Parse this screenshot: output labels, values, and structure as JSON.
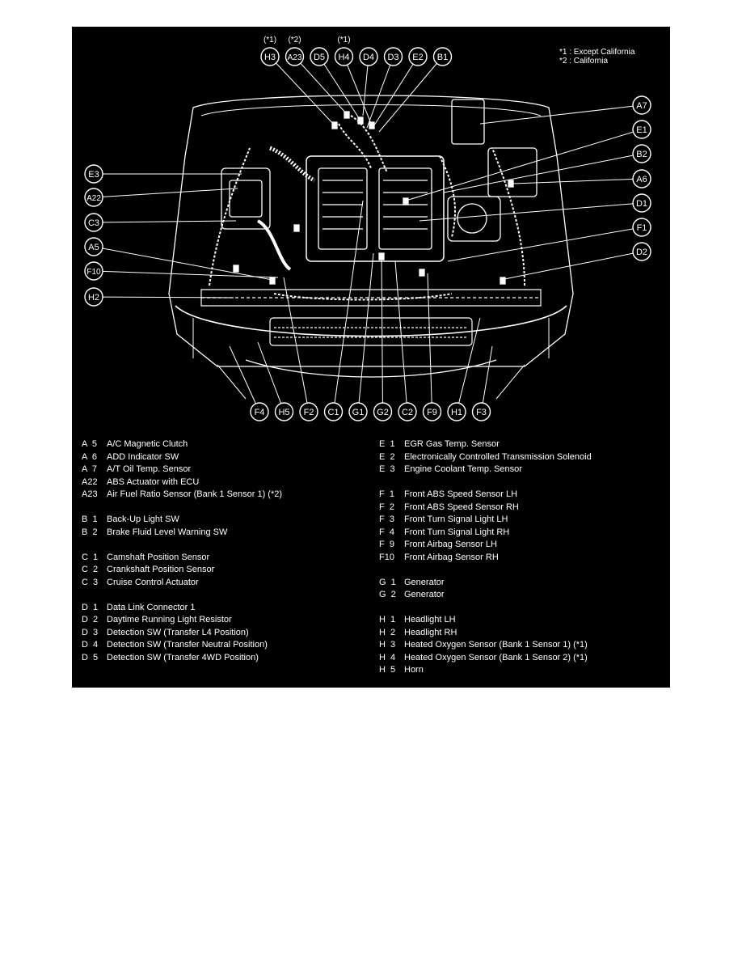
{
  "notes": [
    "*1 : Except California",
    "*2 : California"
  ],
  "top_qualifiers": {
    "H3": "(*1)",
    "A23": "(*2)",
    "H4": "(*1)"
  },
  "callouts": {
    "top": [
      "H3",
      "A23",
      "D5",
      "H4",
      "D4",
      "D3",
      "E2",
      "B1"
    ],
    "left": [
      "E3",
      "A22",
      "C3",
      "A5",
      "F10",
      "H2"
    ],
    "right": [
      "A7",
      "E1",
      "B2",
      "A6",
      "D1",
      "F1",
      "D2"
    ],
    "bottom": [
      "F4",
      "H5",
      "F2",
      "C1",
      "G1",
      "G2",
      "C2",
      "F9",
      "H1",
      "F3"
    ]
  },
  "legend_left": [
    [
      {
        "code": "A  5",
        "label": "A/C Magnetic Clutch"
      },
      {
        "code": "A  6",
        "label": "ADD Indicator SW"
      },
      {
        "code": "A  7",
        "label": "A/T Oil Temp. Sensor"
      },
      {
        "code": "A22",
        "label": "ABS Actuator with ECU"
      },
      {
        "code": "A23",
        "label": "Air Fuel Ratio Sensor (Bank 1 Sensor 1) (*2)"
      }
    ],
    [
      {
        "code": "B  1",
        "label": "Back-Up Light SW"
      },
      {
        "code": "B  2",
        "label": "Brake Fluid Level Warning SW"
      }
    ],
    [
      {
        "code": "C  1",
        "label": "Camshaft Position Sensor"
      },
      {
        "code": "C  2",
        "label": "Crankshaft Position Sensor"
      },
      {
        "code": "C  3",
        "label": "Cruise Control Actuator"
      }
    ],
    [
      {
        "code": "D  1",
        "label": "Data Link Connector 1"
      },
      {
        "code": "D  2",
        "label": "Daytime Running Light Resistor"
      },
      {
        "code": "D  3",
        "label": "Detection SW (Transfer L4 Position)"
      },
      {
        "code": "D  4",
        "label": "Detection SW (Transfer Neutral Position)"
      },
      {
        "code": "D  5",
        "label": "Detection SW (Transfer 4WD Position)"
      }
    ]
  ],
  "legend_right": [
    [
      {
        "code": "E  1",
        "label": "EGR Gas Temp. Sensor"
      },
      {
        "code": "E  2",
        "label": "Electronically Controlled Transmission Solenoid"
      },
      {
        "code": "E  3",
        "label": "Engine Coolant Temp. Sensor"
      }
    ],
    [
      {
        "code": "F  1",
        "label": "Front ABS Speed Sensor LH"
      },
      {
        "code": "F  2",
        "label": "Front ABS Speed Sensor RH"
      },
      {
        "code": "F  3",
        "label": "Front Turn Signal Light LH"
      },
      {
        "code": "F  4",
        "label": "Front Turn Signal Light RH"
      },
      {
        "code": "F  9",
        "label": "Front Airbag Sensor LH"
      },
      {
        "code": "F10",
        "label": "Front Airbag Sensor RH"
      }
    ],
    [
      {
        "code": "G  1",
        "label": "Generator"
      },
      {
        "code": "G  2",
        "label": "Generator"
      }
    ],
    [
      {
        "code": "H  1",
        "label": "Headlight LH"
      },
      {
        "code": "H  2",
        "label": "Headlight RH"
      },
      {
        "code": "H  3",
        "label": "Heated Oxygen Sensor (Bank 1 Sensor 1) (*1)"
      },
      {
        "code": "H  4",
        "label": "Heated Oxygen Sensor (Bank 1 Sensor 2) (*1)"
      },
      {
        "code": "H  5",
        "label": "Horn"
      }
    ]
  ]
}
